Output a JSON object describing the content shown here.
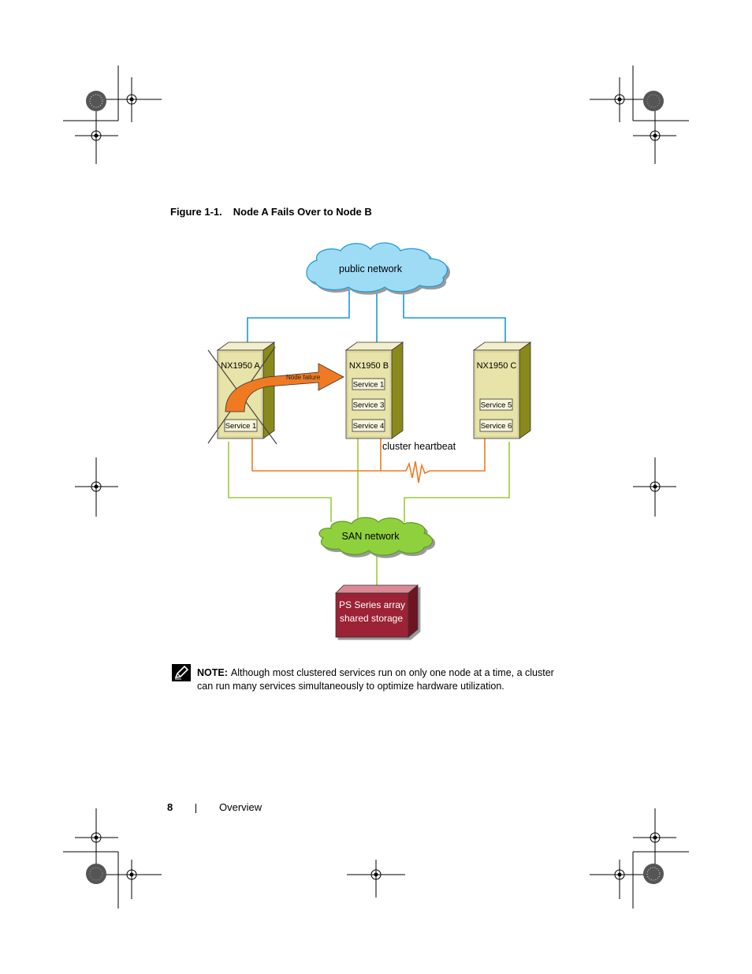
{
  "figure": {
    "number": "Figure 1-1.",
    "title": "Node A Fails Over to Node B"
  },
  "diagram": {
    "public_network": "public network",
    "san_network": "SAN network",
    "cluster_heartbeat": "cluster heartbeat",
    "failover_label": "Node failure",
    "nodes": [
      {
        "name": "NX1950 A",
        "services": [
          "Service 1"
        ],
        "failed": true
      },
      {
        "name": "NX1950 B",
        "services": [
          "Service 1",
          "Service 3",
          "Service 4"
        ],
        "failed": false
      },
      {
        "name": "NX1950 C",
        "services": [
          "Service 5",
          "Service 6"
        ],
        "failed": false
      }
    ],
    "storage": {
      "line1": "PS Series array",
      "line2": "shared storage"
    },
    "colors": {
      "public_cloud": "#9edcf5",
      "public_link": "#1a9ad6",
      "san_cloud": "#8fd13d",
      "san_link": "#9ccb3b",
      "heartbeat": "#f07a22",
      "server_front": "#e8e3a8",
      "server_side": "#8a8a1c",
      "storage_front": "#9c2435",
      "arrow": "#f07a22"
    }
  },
  "note": {
    "label": "NOTE:",
    "text": "Although most clustered services run on only one node at a time, a cluster can run many services simultaneously to optimize hardware utilization."
  },
  "footer": {
    "page_number": "8",
    "section": "Overview"
  }
}
